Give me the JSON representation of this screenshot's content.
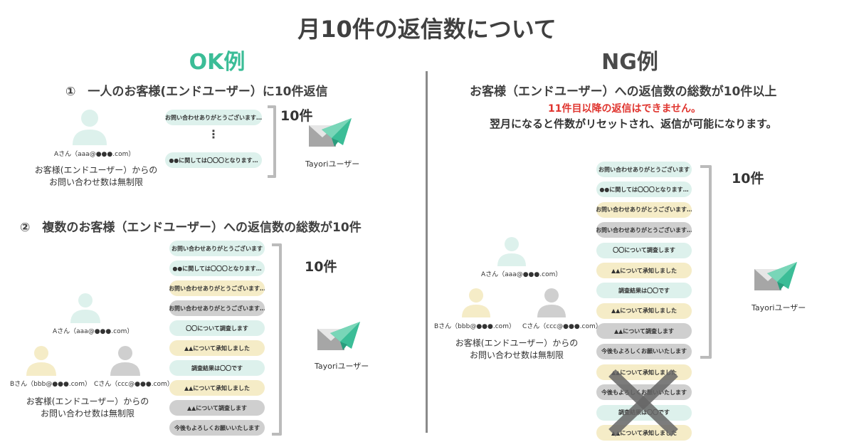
{
  "title": "月10件の返信数について",
  "ok": {
    "heading": "OK例",
    "case1": {
      "title": "①　一人のお客様(エンドユーザー）に10件返信",
      "user_label": "Aさん（aaa@●●●.com）",
      "caption_line1": "お客様(エンドユーザー）からの",
      "caption_line2": "お問い合わせ数は無制限",
      "bubble_top": "お問い合わせありがとうございます…",
      "ellipsis": "⋮",
      "bubble_bottom": "●●に関しては〇〇〇となります…",
      "count": "10件",
      "tayori_label": "Tayoriユーザー"
    },
    "case2": {
      "title": "②　複数のお客様（エンドユーザー）への返信数の総数が10件",
      "user_a": "Aさん（aaa@●●●.com）",
      "user_b": "Bさん（bbb@●●●.com）",
      "user_c": "Cさん（ccc@●●●.com）",
      "caption_line1": "お客様(エンドユーザー）からの",
      "caption_line2": "お問い合わせ数は無制限",
      "count": "10件",
      "tayori_label": "Tayoriユーザー",
      "bubbles": [
        {
          "text": "お問い合わせありがとうございます",
          "color": "green"
        },
        {
          "text": "●●に関しては〇〇〇となります…",
          "color": "green"
        },
        {
          "text": "お問い合わせありがとうございます…",
          "color": "yellow"
        },
        {
          "text": "お問い合わせありがとうございます…",
          "color": "gray"
        },
        {
          "text": "〇〇について調査します",
          "color": "green"
        },
        {
          "text": "▲▲について承知しました",
          "color": "yellow"
        },
        {
          "text": "調査結果は〇〇です",
          "color": "green"
        },
        {
          "text": "▲▲について承知しました",
          "color": "yellow"
        },
        {
          "text": "▲▲について調査します",
          "color": "gray"
        },
        {
          "text": "今後もよろしくお願いいたします",
          "color": "gray"
        }
      ]
    }
  },
  "ng": {
    "heading": "NG例",
    "title": "お客様（エンドユーザー）への返信数の総数が10件以上",
    "warning": "11件目以降の返信はできません。",
    "reset_note": "翌月になると件数がリセットされ、返信が可能になります。",
    "user_a": "Aさん（aaa@●●●.com）",
    "user_b": "Bさん（bbb@●●●.com）",
    "user_c": "Cさん（ccc@●●●.com）",
    "caption_line1": "お客様(エンドユーザー）からの",
    "caption_line2": "お問い合わせ数は無制限",
    "count": "10件",
    "tayori_label": "Tayoriユーザー",
    "bubbles": [
      {
        "text": "お問い合わせありがとうございます",
        "color": "green"
      },
      {
        "text": "●●に関しては〇〇〇となります…",
        "color": "green"
      },
      {
        "text": "お問い合わせありがとうございます…",
        "color": "yellow"
      },
      {
        "text": "お問い合わせありがとうございます…",
        "color": "gray"
      },
      {
        "text": "〇〇について調査します",
        "color": "green"
      },
      {
        "text": "▲▲について承知しました",
        "color": "yellow"
      },
      {
        "text": "調査結果は〇〇です",
        "color": "green"
      },
      {
        "text": "▲▲について承知しました",
        "color": "yellow"
      },
      {
        "text": "▲▲について調査します",
        "color": "gray"
      },
      {
        "text": "今後もよろしくお願いいたします",
        "color": "gray"
      }
    ],
    "blocked_bubbles": [
      {
        "text": "▲▲について承知しました",
        "color": "yellow"
      },
      {
        "text": "今後もよろしくお願いいたします",
        "color": "gray"
      },
      {
        "text": "調査結果は〇〇です",
        "color": "green"
      },
      {
        "text": "▲▲について承知しました",
        "color": "yellow"
      }
    ]
  },
  "colors": {
    "accent_green": "#3bbd97",
    "user_a": "#ddf1ec",
    "user_b": "#f5ecc7",
    "user_c": "#cfcfcf",
    "warning_red": "#e0352f",
    "cross": "#666666"
  }
}
